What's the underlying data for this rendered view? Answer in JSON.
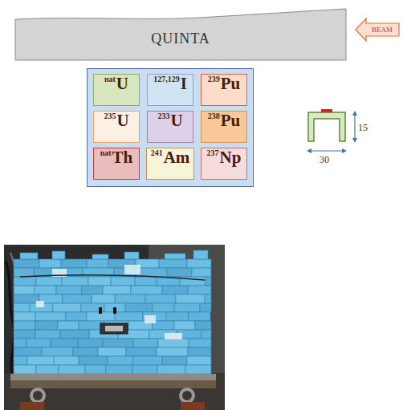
{
  "diagram": {
    "nodes": [
      {
        "text": [
          "QUINTA"
        ]
      },
      {
        "text": [
          "BEAM"
        ]
      },
      {
        "text": [
          "nat",
          "U"
        ]
      },
      {
        "text": [
          "127,129",
          "I"
        ]
      },
      {
        "text": [
          "239",
          "Pu"
        ]
      },
      {
        "text": [
          "235",
          "U"
        ]
      },
      {
        "text": [
          "233",
          "U"
        ]
      },
      {
        "text": [
          "238",
          "Pu"
        ]
      },
      {
        "text": [
          "nat",
          "Th"
        ]
      },
      {
        "text": [
          "241",
          "Am"
        ]
      },
      {
        "text": [
          "237",
          "Np"
        ]
      }
    ],
    "labels": [
      "15",
      "30"
    ]
  }
}
